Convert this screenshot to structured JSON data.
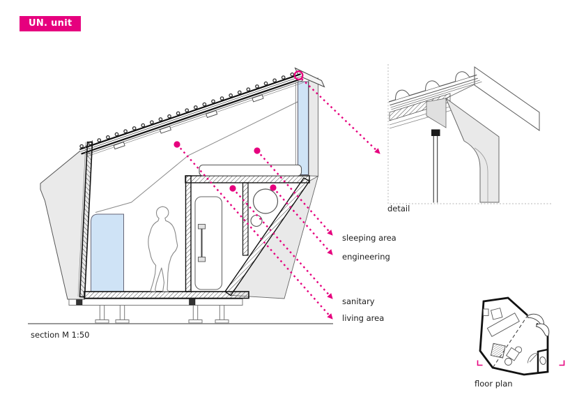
{
  "title": {
    "label": "UN. unit"
  },
  "colors": {
    "accent": "#e6007e",
    "glazing": "#cfe3f6",
    "panel": "#e9e9e9"
  },
  "section": {
    "caption": "section M 1:50",
    "annotations": [
      {
        "label": "sleeping area"
      },
      {
        "label": "engineering"
      },
      {
        "label": "sanitary"
      },
      {
        "label": "living area"
      }
    ]
  },
  "detail": {
    "caption": "detail"
  },
  "floor_plan": {
    "caption": "floor plan"
  }
}
